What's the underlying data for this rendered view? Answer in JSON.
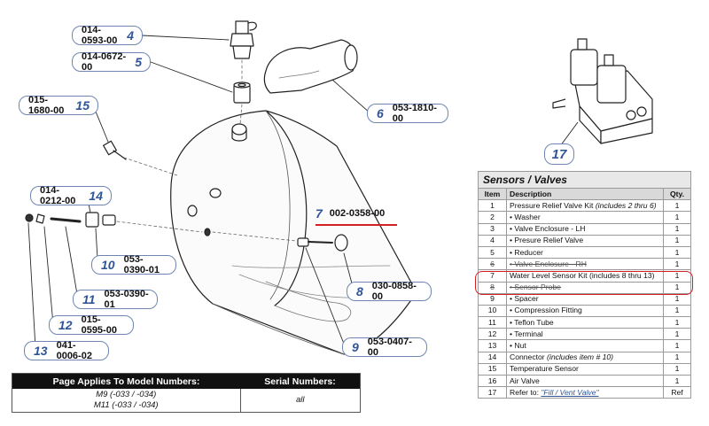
{
  "callouts": [
    {
      "num": "4",
      "pn": "014-0593-00"
    },
    {
      "num": "5",
      "pn": "014-0672-00"
    },
    {
      "num": "15",
      "pn": "015-1680-00"
    },
    {
      "num": "6",
      "pn": "053-1810-00"
    },
    {
      "num": "14",
      "pn": "014-0212-00"
    },
    {
      "num": "7",
      "pn": "002-0358-00"
    },
    {
      "num": "10",
      "pn": "053-0390-01"
    },
    {
      "num": "8",
      "pn": "030-0858-00"
    },
    {
      "num": "11",
      "pn": "053-0390-01"
    },
    {
      "num": "12",
      "pn": "015-0595-00"
    },
    {
      "num": "9",
      "pn": "053-0407-00"
    },
    {
      "num": "13",
      "pn": "041-0006-02"
    },
    {
      "num": "17",
      "pn": ""
    }
  ],
  "table": {
    "title": "Sensors / Valves",
    "headers": {
      "item": "Item",
      "description": "Description",
      "qty": "Qty."
    },
    "rows": [
      {
        "item": "1",
        "desc": "Pressure Relief Valve Kit",
        "note": "(includes 2 thru 6)",
        "qty": "1"
      },
      {
        "item": "2",
        "desc": "• Washer",
        "note": "",
        "qty": "1"
      },
      {
        "item": "3",
        "desc": "• Valve Enclosure - LH",
        "note": "",
        "qty": "1"
      },
      {
        "item": "4",
        "desc": "• Presure Relief Valve",
        "note": "",
        "qty": "1"
      },
      {
        "item": "5",
        "desc": "• Reducer",
        "note": "",
        "qty": "1"
      },
      {
        "item": "6",
        "desc": "• Valve Enclosure - RH",
        "note": "",
        "qty": "1"
      },
      {
        "item": "7",
        "desc": "Water Level Sensor Kit (includes 8 thru 13)",
        "note": "",
        "qty": "1"
      },
      {
        "item": "8",
        "desc": "• Sensor Probe",
        "note": "",
        "qty": "1"
      },
      {
        "item": "9",
        "desc": "• Spacer",
        "note": "",
        "qty": "1"
      },
      {
        "item": "10",
        "desc": "• Compression Fitting",
        "note": "",
        "qty": "1"
      },
      {
        "item": "11",
        "desc": "• Teflon Tube",
        "note": "",
        "qty": "1"
      },
      {
        "item": "12",
        "desc": "• Terminal",
        "note": "",
        "qty": "1"
      },
      {
        "item": "13",
        "desc": "• Nut",
        "note": "",
        "qty": "1"
      },
      {
        "item": "14",
        "desc": "Connector",
        "note": "(includes item # 10)",
        "qty": "1"
      },
      {
        "item": "15",
        "desc": "Temperature Sensor",
        "note": "",
        "qty": "1"
      },
      {
        "item": "16",
        "desc": "Air Valve",
        "note": "",
        "qty": "1"
      },
      {
        "item": "17",
        "desc": "Refer to:",
        "note": "\"Fill / Vent Valve\"",
        "qty": "Ref"
      }
    ]
  },
  "models": {
    "header_left": "Page Applies To Model Numbers:",
    "header_right": "Serial Numbers:",
    "line1": "M9 (-033 / -034)",
    "line2": "M11 (-033 / -034)",
    "serial": "all"
  }
}
